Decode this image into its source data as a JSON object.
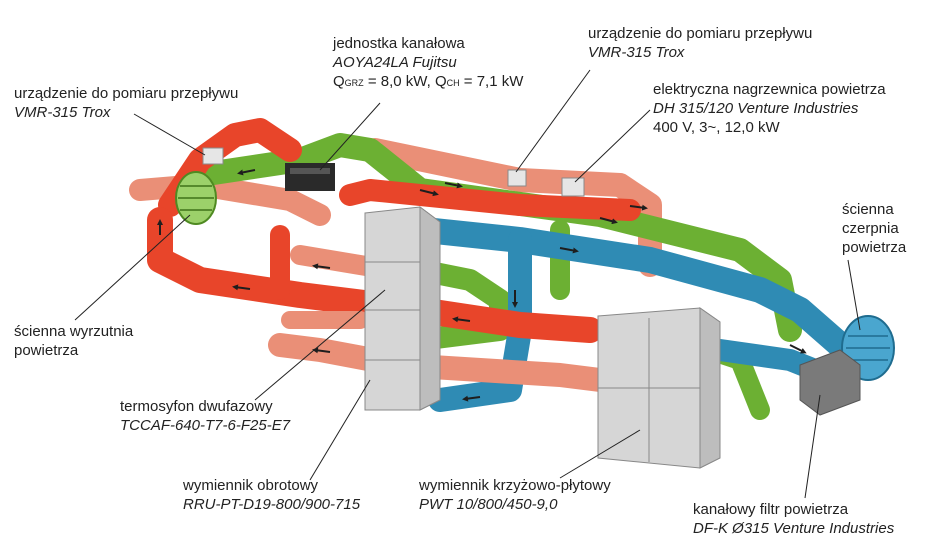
{
  "labels": {
    "flow_meter_left": {
      "name": "urządzenie do pomiaru przepływu",
      "model": "VMR-315 Trox"
    },
    "duct_unit": {
      "name": "jednostka kanałowa",
      "model": "AOYA24LA Fujitsu",
      "q_heat_prefix": "Q",
      "q_heat_sub": "GRZ",
      "q_heat_value": " = 8,0 kW, Q",
      "q_cool_sub": "CH",
      "q_cool_value": " = 7,1 kW"
    },
    "flow_meter_right": {
      "name": "urządzenie do pomiaru przepływu",
      "model": "VMR-315 Trox"
    },
    "electric_heater": {
      "name": "elektryczna nagrzewnica powietrza",
      "model": "DH 315/120 Venture Industries",
      "spec": "400 V, 3~, 12,0 kW"
    },
    "wall_intake": {
      "line1": "ścienna",
      "line2": "czerpnia",
      "line3": "powietrza"
    },
    "wall_exhaust": {
      "line1": "ścienna wyrzutnia",
      "line2": "powietrza"
    },
    "thermosiphon": {
      "name": "termosyfon dwufazowy",
      "model": "TCCAF-640-T7-6-F25-E7"
    },
    "rotary_exchanger": {
      "name": "wymiennik obrotowy",
      "model": "RRU-PT-D19-800/900-715"
    },
    "cross_plate_exchanger": {
      "name": "wymiennik krzyżowo-płytowy",
      "model": "PWT 10/800/450-9,0"
    },
    "duct_filter": {
      "name": "kanałowy filtr powietrza",
      "model": "DF-K Ø315 Venture Industries"
    }
  },
  "colors": {
    "red_duct": "#e8452a",
    "salmon_duct": "#ea8f77",
    "green_duct": "#6cb033",
    "blue_duct": "#2f8bb4",
    "unit_grey": "#d6d6d6",
    "text": "#222222"
  }
}
